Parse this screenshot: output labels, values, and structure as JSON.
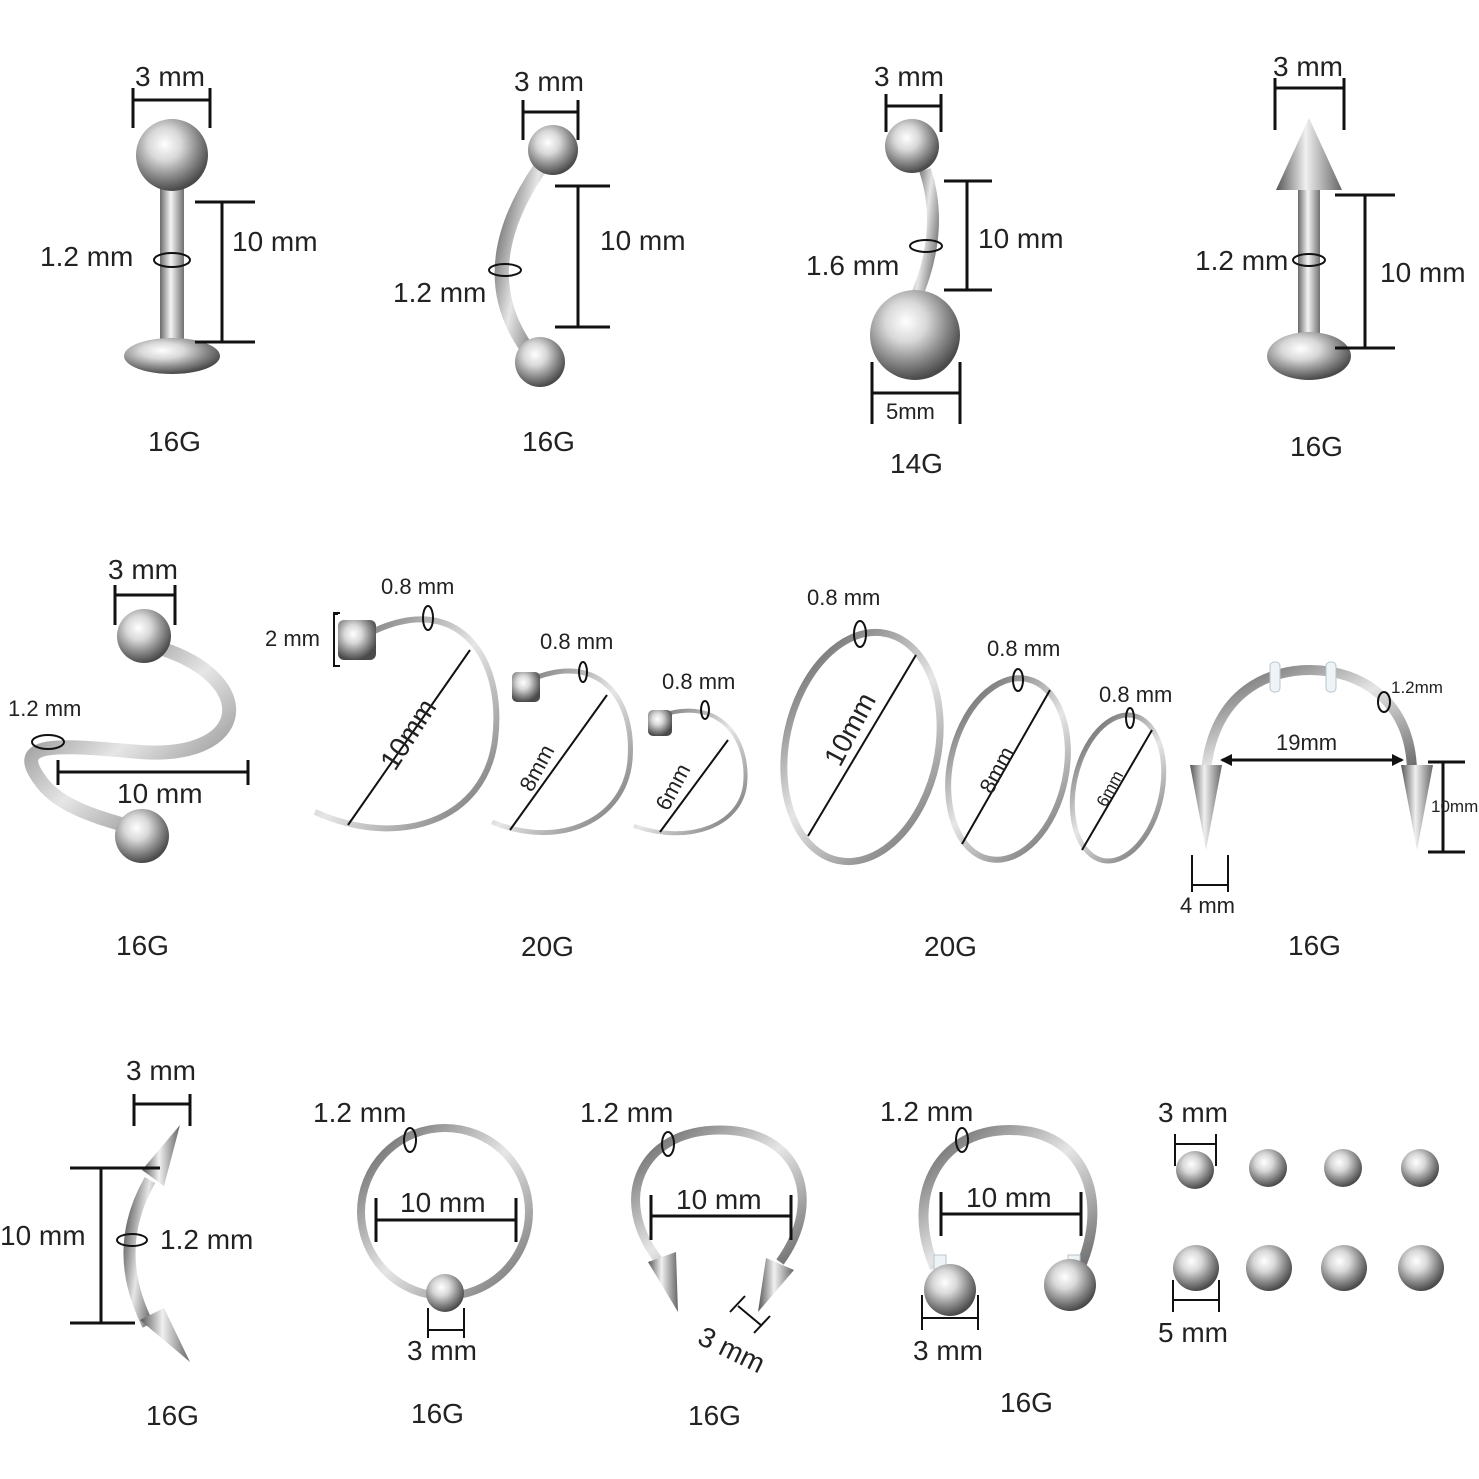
{
  "accent_colors": {
    "metal_light": "#f2f2f2",
    "metal_dark": "#6e6e6e",
    "ink": "#111111"
  },
  "items": [
    {
      "id": "labret-ball",
      "top": "3 mm",
      "gauge_dim": "1.2 mm",
      "length": "10 mm",
      "gauge": "16G"
    },
    {
      "id": "curved-barbell",
      "top": "3 mm",
      "gauge_dim": "1.2 mm",
      "length": "10 mm",
      "gauge": "16G"
    },
    {
      "id": "belly-ring",
      "top": "3 mm",
      "gauge_dim": "1.6 mm",
      "length": "10 mm",
      "bottom": "5mm",
      "gauge": "14G"
    },
    {
      "id": "labret-spike",
      "top": "3 mm",
      "gauge_dim": "1.2 mm",
      "length": "10 mm",
      "gauge": "16G"
    },
    {
      "id": "twist-spiral",
      "top": "3 mm",
      "gauge_dim": "1.2 mm",
      "length": "10 mm",
      "gauge": "16G"
    },
    {
      "id": "nose-hoops-flat",
      "end": "2 mm",
      "thickness": [
        "0.8 mm",
        "0.8 mm",
        "0.8 mm"
      ],
      "sizes": [
        "10mm",
        "8mm",
        "6mm"
      ],
      "gauge": "20G"
    },
    {
      "id": "nose-hoops-seamless",
      "thickness": [
        "0.8 mm",
        "0.8 mm",
        "0.8 mm"
      ],
      "sizes": [
        "10mm",
        "8mm",
        "6mm"
      ],
      "gauge": "20G"
    },
    {
      "id": "industrial-spike",
      "gauge_dim": "1.2mm",
      "width": "19mm",
      "spike_len": "10mm",
      "spike_base": "4 mm",
      "gauge": "16G"
    },
    {
      "id": "curved-spike",
      "top": "3 mm",
      "gauge_dim": "1.2 mm",
      "length": "10 mm",
      "gauge": "16G"
    },
    {
      "id": "captive-ring",
      "gauge_dim": "1.2 mm",
      "diameter": "10 mm",
      "bead": "3 mm",
      "gauge": "16G"
    },
    {
      "id": "horseshoe-spike",
      "gauge_dim": "1.2 mm",
      "diameter": "10 mm",
      "spike": "3 mm",
      "gauge": "16G"
    },
    {
      "id": "horseshoe-ball",
      "gauge_dim": "1.2 mm",
      "diameter": "10 mm",
      "ball": "3 mm",
      "gauge": "16G"
    },
    {
      "id": "spare-balls",
      "small": "3 mm",
      "large": "5 mm"
    }
  ]
}
